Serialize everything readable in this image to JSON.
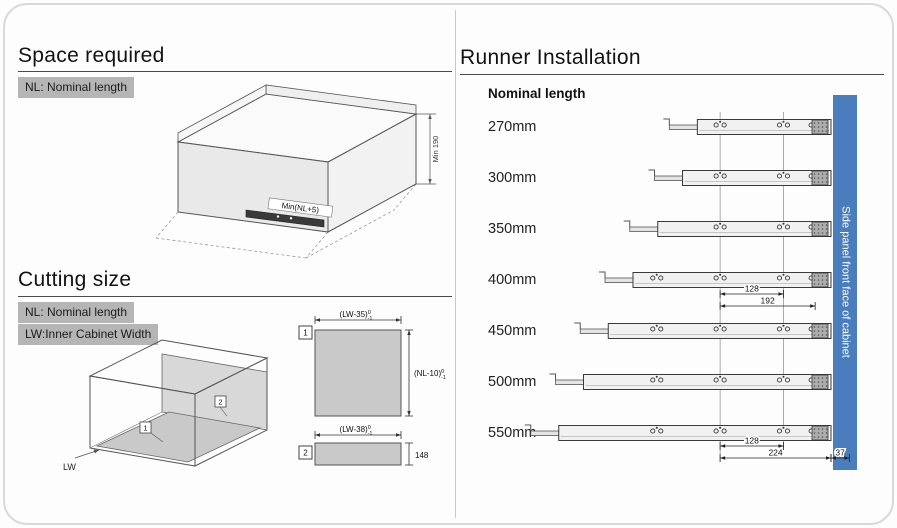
{
  "panels": {
    "space_required": {
      "title": "Space required",
      "legend": [
        "NL: Nominal length"
      ],
      "dims": {
        "height": "Min 190",
        "length": "Min(NL+5)"
      }
    },
    "cutting_size": {
      "title": "Cutting size",
      "legend": [
        "NL: Nominal length",
        "LW:Inner Cabinet Width"
      ],
      "cabinet_width_label": "LW",
      "panel1": {
        "marker": "1",
        "width_dim": "(LW-35)",
        "height_dim": "(NL-10)",
        "tol_upper": "0",
        "tol_lower": "-1"
      },
      "panel2": {
        "marker": "2",
        "width_dim": "(LW-38)",
        "height_dim": "148",
        "tol_upper": "0",
        "tol_lower": "-1"
      }
    },
    "runner_installation": {
      "title": "Runner Installation",
      "column_header": "Nominal length",
      "side_panel_label": "Side panel front face of cabinet",
      "side_panel_color": "#4a7dbd",
      "rows": [
        {
          "label": "270mm",
          "mm": 270
        },
        {
          "label": "300mm",
          "mm": 300
        },
        {
          "label": "350mm",
          "mm": 350
        },
        {
          "label": "400mm",
          "mm": 400
        },
        {
          "label": "450mm",
          "mm": 450
        },
        {
          "label": "500mm",
          "mm": 500
        },
        {
          "label": "550mm",
          "mm": 550
        }
      ],
      "dims_400": [
        "128",
        "192"
      ],
      "dims_550": [
        "128",
        "224",
        "37"
      ]
    }
  }
}
